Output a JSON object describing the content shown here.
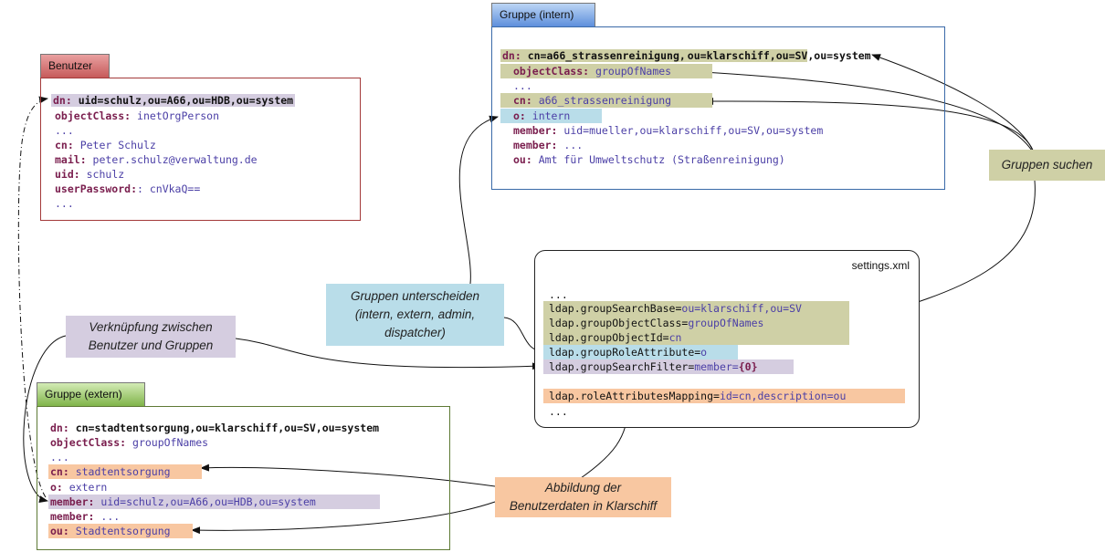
{
  "colors": {
    "olive": "#cfd0a6",
    "blue": "#b9dde9",
    "lavender": "#d5cde0",
    "peach": "#f8c7a1",
    "tab_red": "#d46b6b",
    "tab_blue": "#6a9be0",
    "tab_green": "#8fbf5a"
  },
  "benutzer": {
    "title": "Benutzer",
    "lines": [
      {
        "key": "dn:",
        "val": " uid=schulz,ou=A66,ou=HDB,ou=system"
      },
      {
        "key": "objectClass:",
        "val": " inetOrgPerson"
      },
      {
        "key": "",
        "val": "..."
      },
      {
        "key": "cn:",
        "val": " Peter Schulz"
      },
      {
        "key": "mail:",
        "val": " peter.schulz@verwaltung.de"
      },
      {
        "key": "uid:",
        "val": " schulz"
      },
      {
        "key": "userPassword:",
        "val": ": cnVkaQ=="
      },
      {
        "key": "",
        "val": "..."
      }
    ]
  },
  "gruppe_intern": {
    "title": "Gruppe (intern)",
    "dn_key": "dn:",
    "dn_a": " cn=a66_strassenreinigung,",
    "dn_b": "ou=klarschiff,ou=SV",
    "dn_c": ",ou=system",
    "lines": [
      {
        "key": "objectClass:",
        "val": " groupOfNames"
      },
      {
        "key": "",
        "val": "..."
      },
      {
        "key": "cn:",
        "val": " a66_strassenreinigung"
      },
      {
        "key": "o:",
        "val": " intern"
      },
      {
        "key": "member:",
        "val": " uid=mueller,ou=klarschiff,ou=SV,ou=system"
      },
      {
        "key": "member:",
        "val": " ..."
      },
      {
        "key": "ou:",
        "val": " Amt für Umweltschutz (Straßenreinigung)"
      }
    ]
  },
  "gruppe_extern": {
    "title": "Gruppe (extern)",
    "dn_key": "dn:",
    "dn_val": " cn=stadtentsorgung,ou=klarschiff,ou=SV,ou=system",
    "lines": [
      {
        "key": "objectClass:",
        "val": " groupOfNames"
      },
      {
        "key": "",
        "val": "..."
      },
      {
        "key": "cn:",
        "val": " stadtentsorgung"
      },
      {
        "key": "o:",
        "val": " extern"
      },
      {
        "key": "member:",
        "val": " uid=schulz,ou=A66,ou=HDB,ou=system"
      },
      {
        "key": "member:",
        "val": " ..."
      },
      {
        "key": "ou:",
        "val": " Stadtentsorgung"
      }
    ]
  },
  "settings": {
    "title": "settings.xml",
    "lines": [
      {
        "key": "...",
        "val": ""
      },
      {
        "key": "ldap.groupSearchBase=",
        "val": "ou=klarschiff,ou=SV"
      },
      {
        "key": "ldap.groupObjectClass=",
        "val": "groupOfNames"
      },
      {
        "key": "ldap.groupObjectId=",
        "val": "cn"
      },
      {
        "key": "ldap.groupRoleAttribute=",
        "val": "o"
      },
      {
        "key": "ldap.groupSearchFilter=",
        "val": "member=",
        "extra": "{0}"
      },
      {
        "key": "ldap.roleAttributesMapping=",
        "val": "id=cn,description=ou"
      },
      {
        "key": "...",
        "val": ""
      }
    ]
  },
  "notes": {
    "gruppen_suchen": "Gruppen suchen",
    "gruppen_unterscheiden": "Gruppen unterscheiden\n(intern, extern, admin,\ndispatcher)",
    "verknuepfung": "Verknüpfung zwischen\nBenutzer und Gruppen",
    "abbildung": "Abbildung der\nBenutzerdaten in Klarschiff"
  }
}
